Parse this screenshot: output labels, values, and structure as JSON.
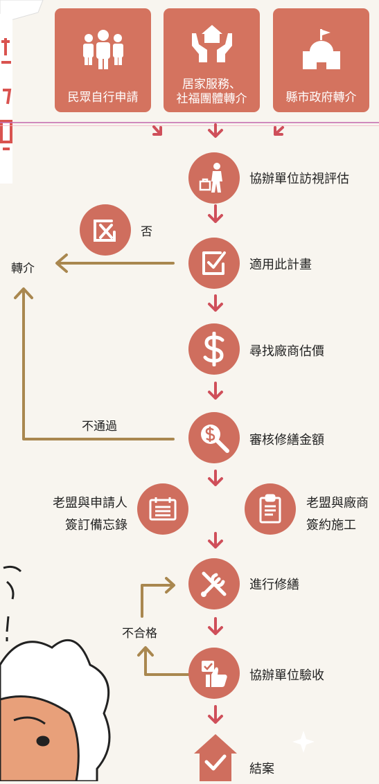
{
  "sources": [
    {
      "label": "民眾自行申請",
      "icon": "people-icon"
    },
    {
      "label_line1": "居家服務、",
      "label_line2": "社福團體轉介",
      "icon": "helping-hands-house-icon"
    },
    {
      "label": "縣市政府轉介",
      "icon": "government-building-icon"
    }
  ],
  "steps": {
    "visit": "協辦單位訪視評估",
    "applicable": "適用此計畫",
    "find_vendor": "尋找廠商估價",
    "review": "審核修繕金額",
    "sign_left_line1": "老盟與申請人",
    "sign_left_line2": "簽訂備忘錄",
    "sign_right_line1": "老盟與廠商",
    "sign_right_line2": "簽約施工",
    "repair": "進行修繕",
    "inspect": "協辦單位驗收",
    "close": "結案"
  },
  "branches": {
    "no": "否",
    "referral": "轉介",
    "not_passed": "不通過",
    "failed": "不合格"
  },
  "colors": {
    "primary": "#d4735f",
    "arrow": "#cf4f5a",
    "branch_line": "#a9874f",
    "background": "#f8f5ef"
  },
  "icons": [
    "people-icon",
    "helping-hands-house-icon",
    "government-building-icon",
    "visitor-icon",
    "cancel-icon",
    "checkbox-icon",
    "dollar-icon",
    "magnifier-dollar-icon",
    "calendar-form-icon",
    "clipboard-icon",
    "tools-icon",
    "thumbs-up-icon",
    "house-check-icon"
  ]
}
